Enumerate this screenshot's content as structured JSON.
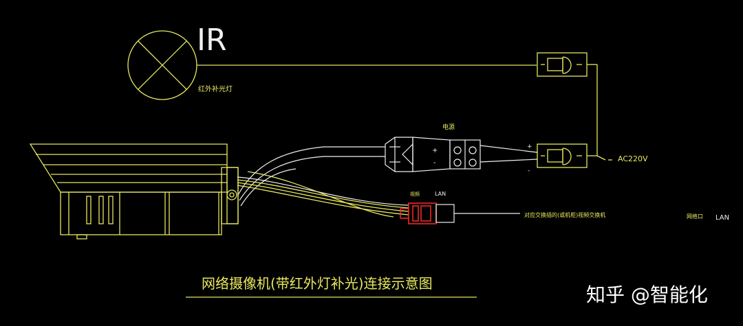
{
  "labels": {
    "ir": "IR",
    "ir_lamp": "红外补光灯",
    "power": "电源",
    "plus": "+",
    "minus": "-",
    "ac_input": "AC220V",
    "video": "视频",
    "lan_top": "LAN",
    "switch_note": "对应交换插的(或机柜)视频交换机",
    "network_port": "网络口",
    "lan_right": "LAN",
    "title": "网络摄像机(带红外灯补光)连接示意图",
    "watermark": "知乎 @智能化"
  },
  "colors": {
    "lines": "#e8e860",
    "cable": "#f0f0f0",
    "rj45": "#ff2a2a",
    "background": "#000000"
  }
}
